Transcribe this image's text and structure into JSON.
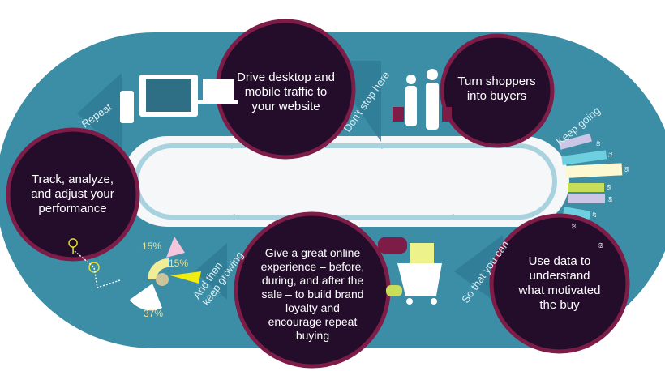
{
  "colors": {
    "track": "#3b8ea6",
    "circle": "#240d2b",
    "rim": "#7d1c47",
    "inner": "#f5f7f8",
    "lane": "#a8d2de"
  },
  "steps": [
    {
      "text": "Drive desktop and mobile traffic to your website"
    },
    {
      "text": "Turn shoppers into buyers"
    },
    {
      "text": "Use data to understand what motivated the buy"
    },
    {
      "text": "Give a great online experience – before, during, and after the sale –  to build brand loyalty and encourage repeat buying"
    },
    {
      "text": "Track, analyze, and adjust your performance"
    }
  ],
  "connectors": [
    "Repeat",
    "Don't stop here",
    "Keep going",
    "So that you can",
    "And then keep growing"
  ],
  "bar_labels": [
    "40",
    "71",
    "85",
    "65",
    "68",
    "47",
    "20",
    "69"
  ],
  "pie_labels": [
    "15%",
    "15%",
    "37%"
  ],
  "icons": [
    "phone-icon",
    "monitor-cart-icon",
    "laptop-icon",
    "hand-pointer-icon",
    "shoppers-icon",
    "cart-boxes-icon",
    "chat-bubbles-icon",
    "map-pin-icon"
  ]
}
